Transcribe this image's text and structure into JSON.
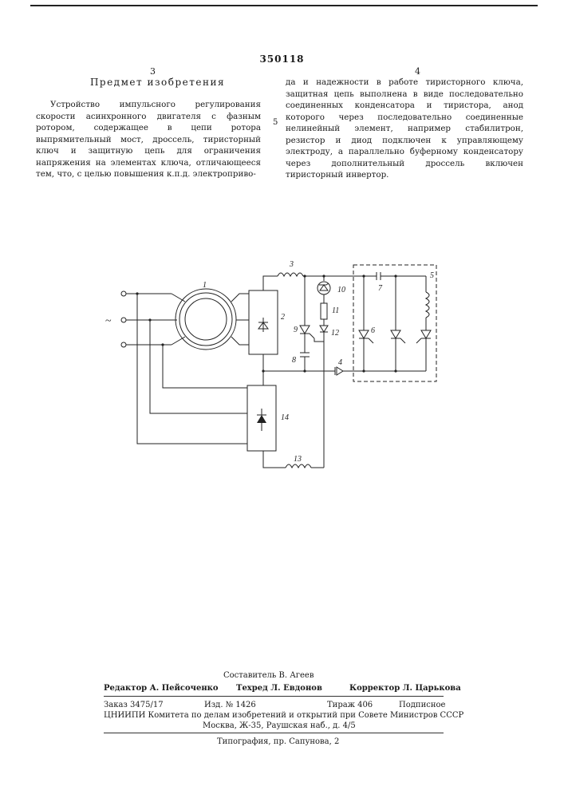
{
  "header": {
    "patent_number": "350118",
    "col_left_number": "3",
    "col_right_number": "4",
    "section_title": "Предмет изобретения",
    "margin_line_number": "5"
  },
  "left_column": {
    "paragraph": "Устройство импульсного регулирования скорости асинхронного двигателя с фазным ротором, содержащее в цепи ротора выпрямительный мост, дроссель, тиристорный ключ и защитную цепь для ограничения напряжения на элементах ключа, отличающееся тем, что, с целью повышения к.п.д. электроприво-"
  },
  "right_column": {
    "paragraph": "да и надежности в работе тиристорного ключа, защитная цепь выполнена в виде последовательно соединенных конденсатора и тиристора, анод которого через последовательно соединенные нелинейный элемент, например стабилитрон, резистор и диод подключен к управляющему электроду, а параллельно буферному конденсатору через дополнительный дроссель включен тиристорный инвертор."
  },
  "figure": {
    "labels": {
      "ac_symbol": "~",
      "motor": "1",
      "bridge": "2",
      "choke": "3",
      "diode": "4",
      "inverter": "5",
      "thyristor_6": "6",
      "capacitor_7": "7",
      "capacitor_8": "8",
      "thyristor_9": "9",
      "zener": "10",
      "resistor": "11",
      "diode_12": "12",
      "choke_13": "13",
      "rectifier_14": "14"
    }
  },
  "footer": {
    "compiler": "Составитель В. Агеев",
    "editor": "Редактор А. Пейсоченко",
    "techred": "Техред Л. Евдонов",
    "corrector": "Корректор Л. Царькова",
    "order": "Заказ 3475/17",
    "edition": "Изд. № 1426",
    "print_run": "Тираж 406",
    "subscription": "Подписное",
    "institute": "ЦНИИПИ Комитета по делам изобретений и открытий при Совете Министров СССР",
    "address": "Москва, Ж-35, Раушская наб., д. 4/5",
    "printing_house": "Типография, пр. Сапунова, 2"
  }
}
